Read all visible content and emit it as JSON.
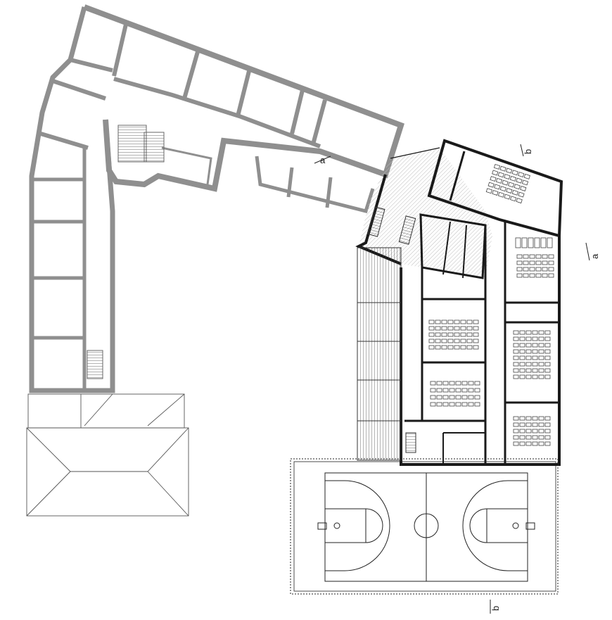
{
  "section_markers": [
    {
      "id": "a-top",
      "letter": "a"
    },
    {
      "id": "a-right",
      "letter": "a"
    },
    {
      "id": "b-top",
      "letter": "b"
    },
    {
      "id": "b-bottom",
      "letter": "b"
    }
  ],
  "colors": {
    "old_wall": "#8f8f8f",
    "new_wall": "#1a1a1a",
    "line": "#333333",
    "hatch": "#d9d9d9",
    "court_line": "#222222"
  }
}
